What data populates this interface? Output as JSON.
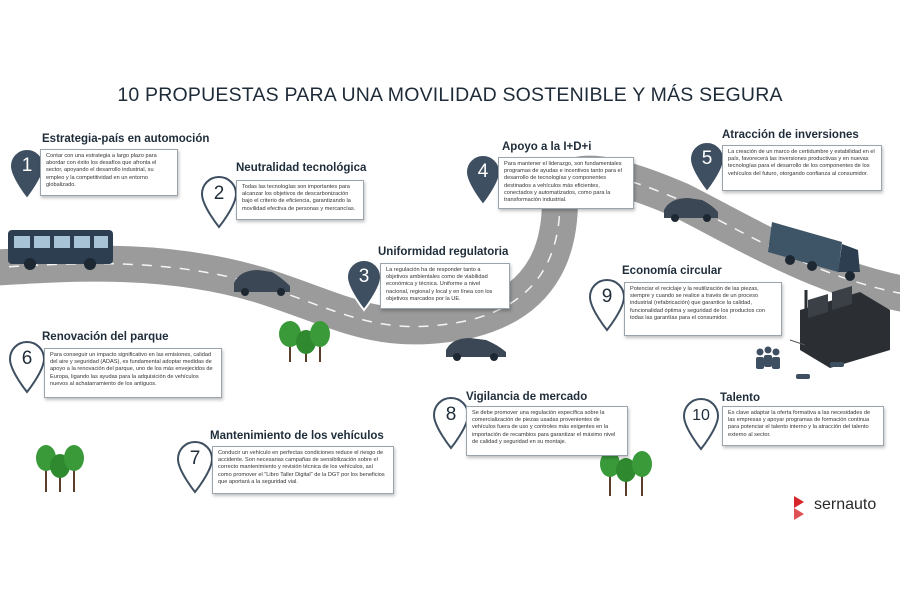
{
  "title": "10 PROPUESTAS PARA UNA MOVILIDAD SOSTENIBLE Y MÁS SEGURA",
  "colors": {
    "navy": "#2c3e50",
    "road": "#9b9b9b",
    "pin": "#3e4f61",
    "tree": "#3a9a3a",
    "logo_red": "#d6262b"
  },
  "brand": "sernauto",
  "proposals": [
    {
      "num": "1",
      "title": "Estrategia-país en automoción",
      "text": "Contar con una estrategia a largo plazo para abordar con éxito los desafíos que afronta el sector, apoyando el desarrollo industrial, su empleo y la competitividad en un entorno globalizado."
    },
    {
      "num": "2",
      "title": "Neutralidad tecnológica",
      "text": "Todas las tecnologías son importantes para alcanzar los objetivos de descarbonización bajo el criterio de eficiencia, garantizando la movilidad efectiva de personas y mercancías."
    },
    {
      "num": "3",
      "title": "Uniformidad regulatoria",
      "text": "La regulación ha de responder tanto a objetivos ambientales como de viabilidad económica y técnica. Uniforme a nivel nacional, regional y local y en línea con los objetivos marcados por la UE."
    },
    {
      "num": "4",
      "title": "Apoyo a la I+D+i",
      "text": "Para mantener el liderazgo, son fundamentales programas de ayudas e incentivos tanto para el desarrollo de tecnologías y componentes destinados a vehículos más eficientes, conectados y automatizados, como para la transformación industrial."
    },
    {
      "num": "5",
      "title": "Atracción de inversiones",
      "text": "La creación de un marco de certidumbre y estabilidad en el país, favorecerá las inversiones productivas y en nuevas tecnologías para el desarrollo de los componentes de los vehículos del futuro, otorgando confianza al consumidor."
    },
    {
      "num": "6",
      "title": "Renovación del parque",
      "text": "Para conseguir un impacto significativo en las emisiones, calidad del aire y seguridad (ADAS), es fundamental adoptar medidas de apoyo a la renovación del parque, uno de los más envejecidos de Europa, ligando las ayudas para la adquisición de vehículos nuevos al achatarramiento de los antiguos."
    },
    {
      "num": "7",
      "title": "Mantenimiento de los vehículos",
      "text": "Conducir un vehículo en perfectas condiciones reduce el riesgo de accidente. Son necesarias campañas de sensibilización sobre el correcto mantenimiento y revisión técnica de los vehículos, así como promover el \"Libro Taller Digital\" de la DGT por los beneficios que aportará a la seguridad vial."
    },
    {
      "num": "8",
      "title": "Vigilancia de mercado",
      "text": "Se debe promover una regulación específica sobre la comercialización de piezas usadas provenientes de vehículos fuera de uso y controles más exigentes en la importación de recambios para garantizar el máximo nivel de calidad y seguridad en su montaje."
    },
    {
      "num": "9",
      "title": "Economía circular",
      "text": "Potenciar el reciclaje y la reutilización de las piezas, siempre y cuando se realice a través de un proceso industrial (refabricación) que garantice la calidad, funcionalidad óptima y seguridad de los productos con todas las garantías para el consumidor."
    },
    {
      "num": "10",
      "title": "Talento",
      "text": "Es clave adaptar la oferta formativa a las necesidades de las empresas y apoyar programas de formación continua para potenciar el talento interno y la atracción del talento externo al sector."
    }
  ]
}
